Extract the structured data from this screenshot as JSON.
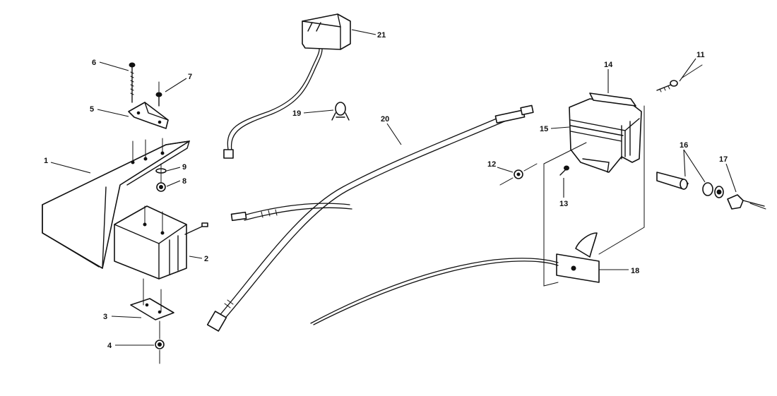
{
  "callouts": [
    {
      "id": "c1",
      "text": "1"
    },
    {
      "id": "c2",
      "text": "2"
    },
    {
      "id": "c3",
      "text": "3"
    },
    {
      "id": "c4",
      "text": "4"
    },
    {
      "id": "c5",
      "text": "5"
    },
    {
      "id": "c6",
      "text": "6"
    },
    {
      "id": "c7",
      "text": "7"
    },
    {
      "id": "c8",
      "text": "8"
    },
    {
      "id": "c9",
      "text": "9"
    },
    {
      "id": "c11",
      "text": "11"
    },
    {
      "id": "c12",
      "text": "12"
    },
    {
      "id": "c13",
      "text": "13"
    },
    {
      "id": "c14",
      "text": "14"
    },
    {
      "id": "c15",
      "text": "15"
    },
    {
      "id": "c16",
      "text": "16"
    },
    {
      "id": "c17",
      "text": "17"
    },
    {
      "id": "c18",
      "text": "18"
    },
    {
      "id": "c19",
      "text": "19"
    },
    {
      "id": "c20",
      "text": "20"
    },
    {
      "id": "c21",
      "text": "21"
    }
  ]
}
